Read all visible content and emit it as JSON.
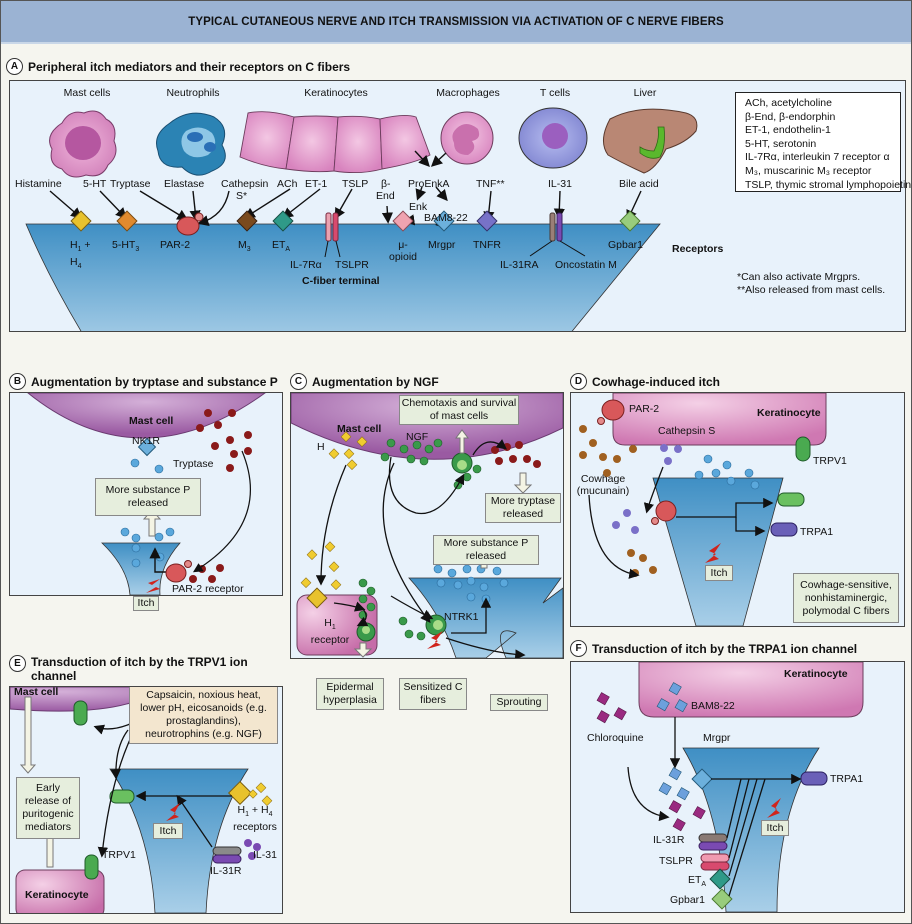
{
  "title": "TYPICAL CUTANEOUS NERVE AND ITCH TRANSMISSION VIA ACTIVATION OF C NERVE FIBERS",
  "colors": {
    "header": "#9bb3d3",
    "panel_bg": "#e8f2fb",
    "nerve": "#4a9acb",
    "mast_cell": "#a774ae",
    "keratinocyte": "#d88cbd",
    "itch_bolt": "#cc2a22",
    "label_box": "#e6eedd"
  },
  "panelA": {
    "letter": "A",
    "title": "Peripheral itch mediators and their receptors on C fibers",
    "cells": [
      "Mast cells",
      "Neutrophils",
      "Keratinocytes",
      "Macrophages",
      "T cells",
      "Liver"
    ],
    "mediators": {
      "histamine": "Histamine",
      "ht5": "5-HT",
      "tryptase": "Tryptase",
      "elastase": "Elastase",
      "cathepsin": "Cathepsin",
      "cathepsin2": "S*",
      "ach": "ACh",
      "et1": "ET-1",
      "tslp": "TSLP",
      "bend1": "β-",
      "bend2": "End",
      "proenka": "ProEnkA",
      "enk": "Enk",
      "bam": "BAM8-22",
      "tnf": "TNF**",
      "il31": "IL-31",
      "bile": "Bile acid"
    },
    "receptors": {
      "h1h4_a": "H",
      "h1h4_b": "1",
      "h1h4_c": " +",
      "h1h4_d": "H",
      "h1h4_e": "4",
      "ht3_a": "5-HT",
      "ht3_b": "3",
      "par2": "PAR-2",
      "m3_a": "M",
      "m3_b": "3",
      "eta_a": "ET",
      "eta_b": "A",
      "il7": "IL-7Rα",
      "tslpr": "TSLPR",
      "mu1": "μ-",
      "mu2": "opioid",
      "mrgpr": "Mrgpr",
      "tnfr": "TNFR",
      "il31ra": "IL-31RA",
      "osm": "Oncostatin M",
      "gpbar1": "Gpbar1"
    },
    "receptors_label": "Receptors",
    "terminal_label": "C-fiber terminal",
    "footnotes": [
      "*Can also activate Mrgprs.",
      "**Also released from mast cells."
    ],
    "legend": [
      "ACh, acetylcholine",
      "β-End, β-endorphin",
      "ET-1, endothelin-1",
      "5-HT, serotonin",
      "IL-7Rα, interleukin 7 receptor α",
      "M₃, muscarinic M₃ receptor",
      "TSLP, thymic stromal lymphopoietin"
    ]
  },
  "panelB": {
    "letter": "B",
    "title": "Augmentation by tryptase and substance P",
    "mast_cell": "Mast cell",
    "nk1r": "NK1R",
    "tryptase": "Tryptase",
    "box": "More substance P released",
    "par2": "PAR-2 receptor",
    "itch": "Itch"
  },
  "panelC": {
    "letter": "C",
    "title": "Augmentation by NGF",
    "mast_cell": "Mast cell",
    "h": "H",
    "ngf": "NGF",
    "chemotaxis": "Chemotaxis and survival of mast cells",
    "more_tryptase": "More tryptase released",
    "more_sp": "More substance P released",
    "h1_a": "H",
    "h1_b": "1",
    "receptor": "receptor",
    "ntrk1": "NTRK1",
    "epidermal": "Epidermal hyperplasia",
    "sensitized": "Sensitized C fibers",
    "sprouting": "Sprouting"
  },
  "panelD": {
    "letter": "D",
    "title": "Cowhage-induced itch",
    "par2": "PAR-2",
    "keratinocyte": "Keratinocyte",
    "cathepsin": "Cathepsin S",
    "trpv1": "TRPV1",
    "cowhage1": "Cowhage",
    "cowhage2": "(mucunain)",
    "trpa1": "TRPA1",
    "itch": "Itch",
    "box": "Cowhage-sensitive, nonhistaminergic, polymodal C fibers"
  },
  "panelE": {
    "letter": "E",
    "title": "Transduction of itch by the TRPV1 ion channel",
    "mast_cell": "Mast cell",
    "stimuli": "Capsaicin, noxious heat, lower pH, eicosanoids (e.g. prostaglandins), neurotrophins (e.g. NGF)",
    "early": "Early release of puritogenic mediators",
    "itch": "Itch",
    "h1h4_a": "H",
    "h1h4_b": "1",
    "h1h4_c": " + H",
    "h1h4_d": "4",
    "receptors": "receptors",
    "il31": "IL-31",
    "il31r": "IL-31R",
    "trpv1": "TRPV1",
    "keratinocyte": "Keratinocyte"
  },
  "panelF": {
    "letter": "F",
    "title": "Transduction of itch by the TRPA1 ion channel",
    "keratinocyte": "Keratinocyte",
    "bam": "BAM8-22",
    "chloroquine": "Chloroquine",
    "mrgpr": "Mrgpr",
    "trpa1": "TRPA1",
    "itch": "Itch",
    "il31r": "IL-31R",
    "tslpr": "TSLPR",
    "eta_a": "ET",
    "eta_b": "A",
    "gpbar1": "Gpbar1"
  }
}
